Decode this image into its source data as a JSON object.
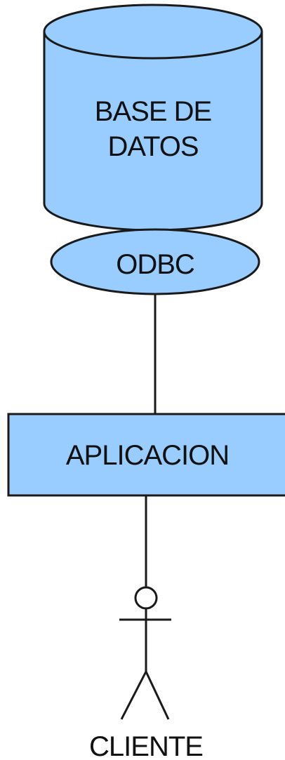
{
  "diagram": {
    "database": {
      "line1": "BASE DE",
      "line2": "DATOS"
    },
    "odbc": {
      "label": "ODBC"
    },
    "application": {
      "label": "APLICACION"
    },
    "client": {
      "label": "CLIENTE"
    }
  },
  "colors": {
    "fill": "#99ccff",
    "stroke": "#1a1a1a",
    "text": "#111111"
  }
}
